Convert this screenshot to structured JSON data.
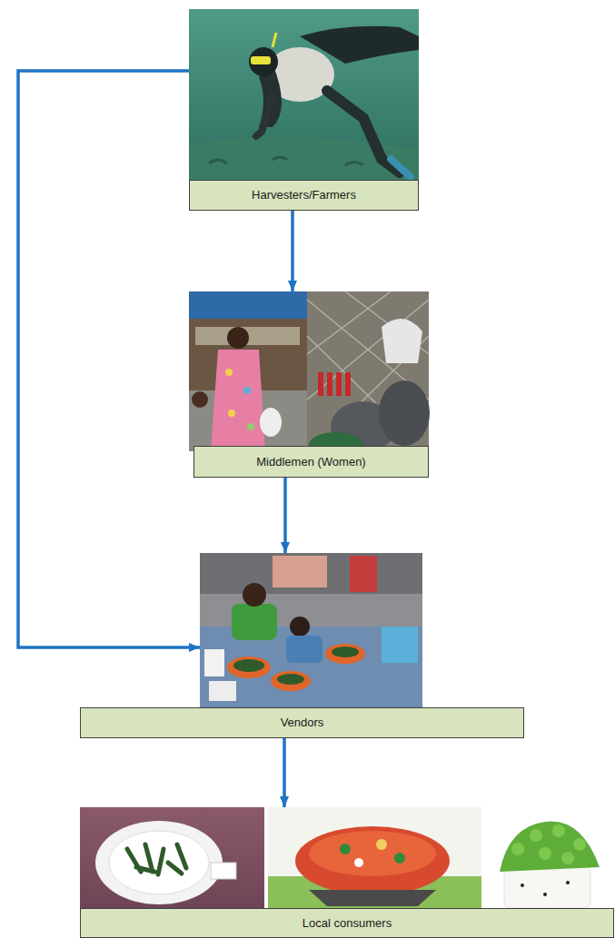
{
  "diagram": {
    "nodes": [
      {
        "text": [
          "Harvesters/Farmers"
        ]
      },
      {
        "text": [
          "Middlemen (Women)"
        ]
      },
      {
        "text": [
          "Vendors"
        ]
      },
      {
        "text": [
          "Local consumers"
        ]
      }
    ],
    "edges": [
      {
        "from": 0,
        "to": 1,
        "arrow": "to"
      },
      {
        "from": 1,
        "to": 2,
        "arrow": "to"
      },
      {
        "from": 2,
        "to": 3,
        "arrow": "to"
      },
      {
        "from": 0,
        "to": 2,
        "arrow": "to"
      }
    ]
  }
}
